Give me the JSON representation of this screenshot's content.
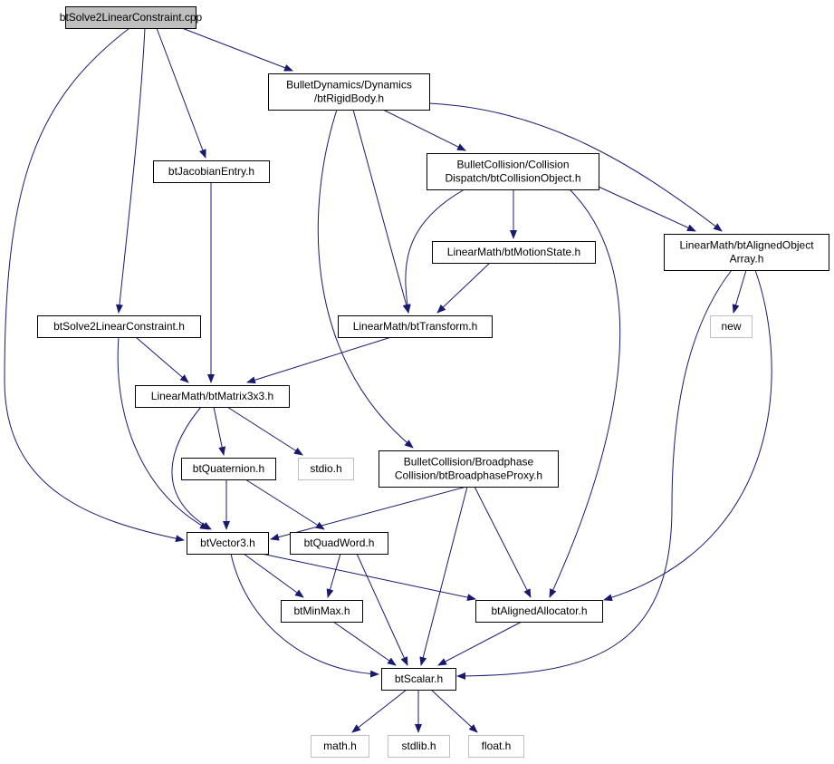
{
  "graph": {
    "colors": {
      "edge": "#191970",
      "node_border": "#000000",
      "missing_border": "#bfbfbf",
      "root_fill": "#bfbfbf",
      "node_fill": "#ffffff"
    },
    "nodes": [
      {
        "id": "root",
        "lines": [
          "btSolve2LinearConstraint.cpp"
        ],
        "kind": "root"
      },
      {
        "id": "rigidbody",
        "lines": [
          "BulletDynamics/Dynamics",
          "/btRigidBody.h"
        ],
        "kind": "file"
      },
      {
        "id": "jacobian",
        "lines": [
          "btJacobianEntry.h"
        ],
        "kind": "file"
      },
      {
        "id": "collobj",
        "lines": [
          "BulletCollision/Collision",
          "Dispatch/btCollisionObject.h"
        ],
        "kind": "file"
      },
      {
        "id": "alignedarray",
        "lines": [
          "LinearMath/btAlignedObject",
          "Array.h"
        ],
        "kind": "file"
      },
      {
        "id": "motionstate",
        "lines": [
          "LinearMath/btMotionState.h"
        ],
        "kind": "file"
      },
      {
        "id": "solve2h",
        "lines": [
          "btSolve2LinearConstraint.h"
        ],
        "kind": "file"
      },
      {
        "id": "transform",
        "lines": [
          "LinearMath/btTransform.h"
        ],
        "kind": "file"
      },
      {
        "id": "new",
        "lines": [
          "new"
        ],
        "kind": "missing"
      },
      {
        "id": "matrix",
        "lines": [
          "LinearMath/btMatrix3x3.h"
        ],
        "kind": "file"
      },
      {
        "id": "broadphase",
        "lines": [
          "BulletCollision/Broadphase",
          "Collision/btBroadphaseProxy.h"
        ],
        "kind": "file"
      },
      {
        "id": "quaternion",
        "lines": [
          "btQuaternion.h"
        ],
        "kind": "file"
      },
      {
        "id": "stdio",
        "lines": [
          "stdio.h"
        ],
        "kind": "missing"
      },
      {
        "id": "vector3",
        "lines": [
          "btVector3.h"
        ],
        "kind": "file"
      },
      {
        "id": "quadword",
        "lines": [
          "btQuadWord.h"
        ],
        "kind": "file"
      },
      {
        "id": "minmax",
        "lines": [
          "btMinMax.h"
        ],
        "kind": "file"
      },
      {
        "id": "allocator",
        "lines": [
          "btAlignedAllocator.h"
        ],
        "kind": "file"
      },
      {
        "id": "scalar",
        "lines": [
          "btScalar.h"
        ],
        "kind": "file"
      },
      {
        "id": "math",
        "lines": [
          "math.h"
        ],
        "kind": "missing"
      },
      {
        "id": "stdlib",
        "lines": [
          "stdlib.h"
        ],
        "kind": "missing"
      },
      {
        "id": "float",
        "lines": [
          "float.h"
        ],
        "kind": "missing"
      }
    ],
    "edges": [
      [
        "root",
        "rigidbody"
      ],
      [
        "root",
        "jacobian"
      ],
      [
        "root",
        "solve2h"
      ],
      [
        "root",
        "vector3"
      ],
      [
        "rigidbody",
        "collobj"
      ],
      [
        "rigidbody",
        "alignedarray"
      ],
      [
        "rigidbody",
        "transform"
      ],
      [
        "rigidbody",
        "broadphase"
      ],
      [
        "jacobian",
        "matrix"
      ],
      [
        "collobj",
        "alignedarray"
      ],
      [
        "collobj",
        "motionstate"
      ],
      [
        "collobj",
        "transform"
      ],
      [
        "collobj",
        "allocator"
      ],
      [
        "alignedarray",
        "new"
      ],
      [
        "alignedarray",
        "scalar"
      ],
      [
        "alignedarray",
        "allocator"
      ],
      [
        "motionstate",
        "transform"
      ],
      [
        "solve2h",
        "matrix"
      ],
      [
        "solve2h",
        "vector3"
      ],
      [
        "transform",
        "matrix"
      ],
      [
        "matrix",
        "quaternion"
      ],
      [
        "matrix",
        "stdio"
      ],
      [
        "matrix",
        "vector3"
      ],
      [
        "broadphase",
        "vector3"
      ],
      [
        "broadphase",
        "scalar"
      ],
      [
        "broadphase",
        "allocator"
      ],
      [
        "quaternion",
        "vector3"
      ],
      [
        "quaternion",
        "quadword"
      ],
      [
        "vector3",
        "minmax"
      ],
      [
        "vector3",
        "allocator"
      ],
      [
        "vector3",
        "scalar"
      ],
      [
        "quadword",
        "minmax"
      ],
      [
        "quadword",
        "scalar"
      ],
      [
        "minmax",
        "scalar"
      ],
      [
        "allocator",
        "scalar"
      ],
      [
        "scalar",
        "math"
      ],
      [
        "scalar",
        "stdlib"
      ],
      [
        "scalar",
        "float"
      ]
    ]
  }
}
